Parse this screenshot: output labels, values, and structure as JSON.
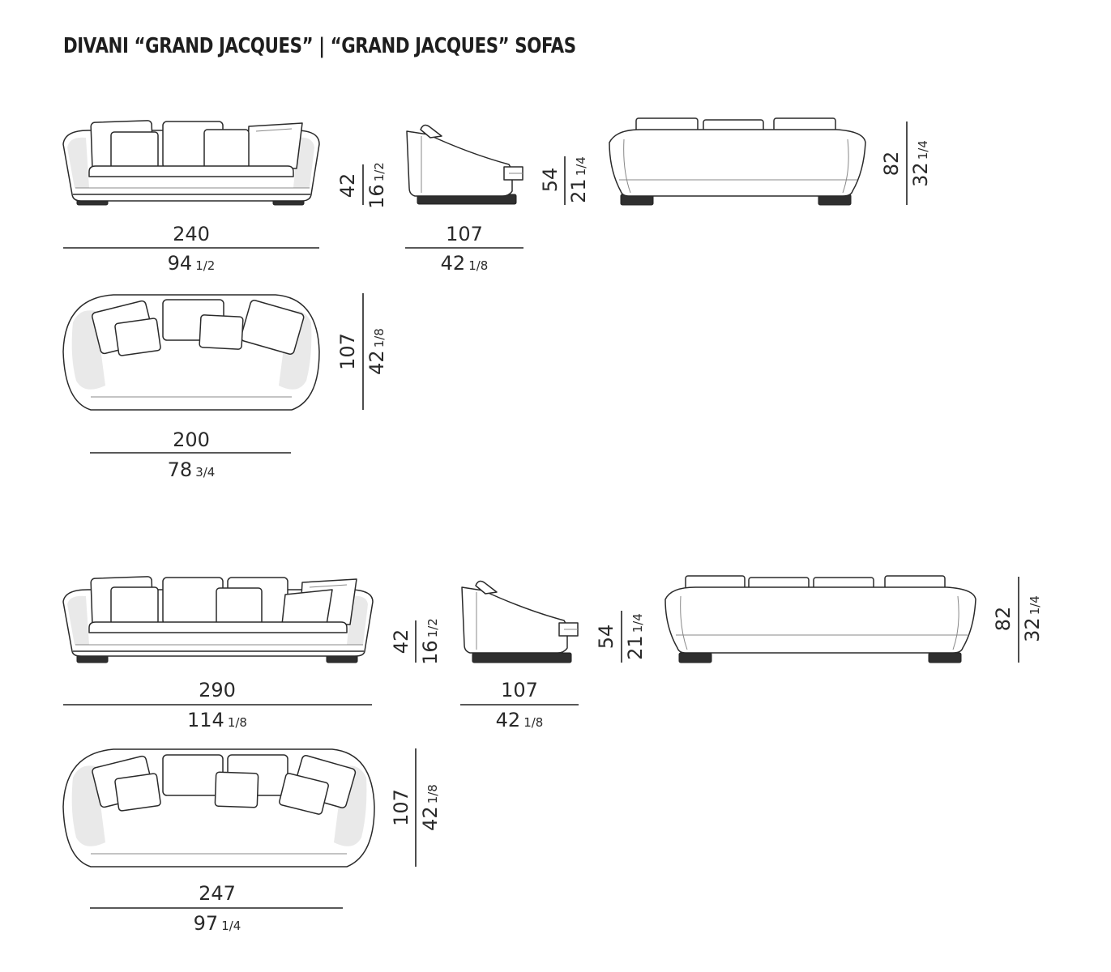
{
  "title": "DIVANI “GRAND JACQUES”  |  “GRAND JACQUES” SOFAS",
  "dimensions": {
    "sofa240": {
      "front_width_cm": "240",
      "front_width_in": "94",
      "front_width_in_frac": "1/2",
      "seat_height_cm": "42",
      "seat_height_in": "16",
      "seat_height_in_frac": "1/2",
      "side_depth_cm": "107",
      "side_depth_in": "42",
      "side_depth_in_frac": "1/8",
      "arm_height_cm": "54",
      "arm_height_in": "21",
      "arm_height_in_frac": "1/4",
      "total_height_cm": "82",
      "total_height_in": "32",
      "total_height_in_frac": "1/4",
      "plan_depth_cm": "107",
      "plan_depth_in": "42",
      "plan_depth_in_frac": "1/8",
      "plan_width_cm": "200",
      "plan_width_in": "78",
      "plan_width_in_frac": "3/4"
    },
    "sofa290": {
      "front_width_cm": "290",
      "front_width_in": "114",
      "front_width_in_frac": "1/8",
      "seat_height_cm": "42",
      "seat_height_in": "16",
      "seat_height_in_frac": "1/2",
      "side_depth_cm": "107",
      "side_depth_in": "42",
      "side_depth_in_frac": "1/8",
      "arm_height_cm": "54",
      "arm_height_in": "21",
      "arm_height_in_frac": "1/4",
      "total_height_cm": "82",
      "total_height_in": "32",
      "total_height_in_frac": "1/4",
      "plan_depth_cm": "107",
      "plan_depth_in": "42",
      "plan_depth_in_frac": "1/8",
      "plan_width_cm": "247",
      "plan_width_in": "97",
      "plan_width_in_frac": "1/4"
    }
  }
}
